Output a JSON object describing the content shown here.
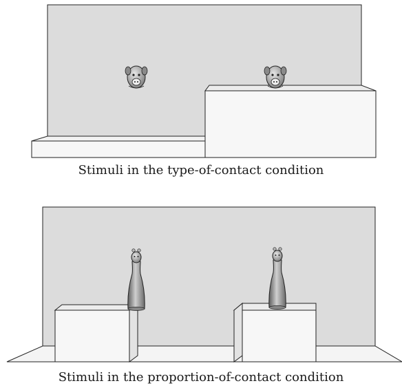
{
  "panels": {
    "top": {
      "caption": "Stimuli in the type-of-contact condition",
      "figure": "pig-toy"
    },
    "bottom": {
      "caption": "Stimuli in the proportion-of-contact condition",
      "figure": "giraffe-toy"
    }
  },
  "colors": {
    "backdrop": "#dcdcdc",
    "box_fill": "#f4f4f4",
    "box_side": "#e6e6e6",
    "toy_dark": "#7a7a7a",
    "toy_light": "#d0d0d0",
    "outline": "#222222"
  }
}
